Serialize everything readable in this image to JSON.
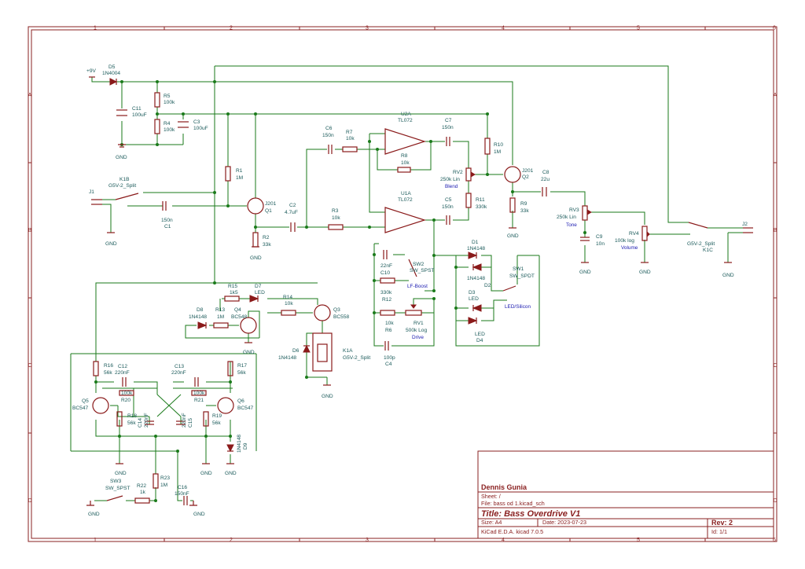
{
  "grid": {
    "cols": [
      "1",
      "2",
      "3",
      "4",
      "5",
      "6"
    ],
    "rows": [
      "A",
      "B",
      "C",
      "D"
    ]
  },
  "title_block": {
    "company": "Dennis Gunia",
    "sheet": "Sheet: /",
    "file": "File: bass od 1.kicad_sch",
    "title": "Title: Bass Overdrive V1",
    "size": "Size: A4",
    "date": "Date: 2023-07-23",
    "rev": "Rev: 2",
    "tool": "KiCad E.D.A.  kicad 7.0.5",
    "id": "Id: 1/1"
  },
  "power": {
    "vplus": "+9V",
    "gnd": "GND"
  },
  "components": [
    {
      "ref": "D5",
      "val": "1N4004"
    },
    {
      "ref": "C11",
      "val": "100uF"
    },
    {
      "ref": "R5",
      "val": "100k"
    },
    {
      "ref": "R4",
      "val": "100k"
    },
    {
      "ref": "C3",
      "val": "100uF"
    },
    {
      "ref": "R1",
      "val": "1M"
    },
    {
      "ref": "K1B",
      "val": "G5V-2_Split"
    },
    {
      "ref": "J1",
      "val": ""
    },
    {
      "ref": "C1",
      "val": "150n"
    },
    {
      "ref": "Q1",
      "val": "J201"
    },
    {
      "ref": "R2",
      "val": "33k"
    },
    {
      "ref": "C2",
      "val": "4.7uF"
    },
    {
      "ref": "C6",
      "val": "150n"
    },
    {
      "ref": "R7",
      "val": "10k"
    },
    {
      "ref": "R8",
      "val": "10k"
    },
    {
      "ref": "U2A",
      "val": "TL072"
    },
    {
      "ref": "U1A",
      "val": "TL072"
    },
    {
      "ref": "R3",
      "val": "10k"
    },
    {
      "ref": "C7",
      "val": "150n"
    },
    {
      "ref": "C5",
      "val": "150n"
    },
    {
      "ref": "R10",
      "val": "1M"
    },
    {
      "ref": "RV2",
      "val": "250k Lin"
    },
    {
      "ref": "R11",
      "val": "330k"
    },
    {
      "ref": "Q2",
      "val": "J201"
    },
    {
      "ref": "R9",
      "val": "33k"
    },
    {
      "ref": "C8",
      "val": "22u"
    },
    {
      "ref": "RV3",
      "val": "250k Lin"
    },
    {
      "ref": "C9",
      "val": "10n"
    },
    {
      "ref": "RV4",
      "val": "100k log"
    },
    {
      "ref": "K1C",
      "val": "G5V-2_Split"
    },
    {
      "ref": "J2",
      "val": ""
    },
    {
      "ref": "C10",
      "val": "22nF"
    },
    {
      "ref": "SW2",
      "val": "SW_SPST"
    },
    {
      "ref": "R12",
      "val": "330k"
    },
    {
      "ref": "R6",
      "val": "10k"
    },
    {
      "ref": "RV1",
      "val": "500k Log"
    },
    {
      "ref": "C4",
      "val": "100p"
    },
    {
      "ref": "D1",
      "val": "1N4148"
    },
    {
      "ref": "D2",
      "val": "1N4148"
    },
    {
      "ref": "D3",
      "val": "LED"
    },
    {
      "ref": "D4",
      "val": "LED"
    },
    {
      "ref": "SW1",
      "val": "SW_SPDT"
    },
    {
      "ref": "R15",
      "val": "1k5"
    },
    {
      "ref": "D7",
      "val": "LED"
    },
    {
      "ref": "R14",
      "val": "10k"
    },
    {
      "ref": "Q3",
      "val": "BC558"
    },
    {
      "ref": "D8",
      "val": "1N4148"
    },
    {
      "ref": "R13",
      "val": "1M"
    },
    {
      "ref": "Q4",
      "val": "BC548"
    },
    {
      "ref": "D6",
      "val": "1N4148"
    },
    {
      "ref": "K1A",
      "val": "G5V-2_Split"
    },
    {
      "ref": "R16",
      "val": "56k"
    },
    {
      "ref": "C12",
      "val": "220nF"
    },
    {
      "ref": "R20",
      "val": "100k"
    },
    {
      "ref": "C13",
      "val": "220nF"
    },
    {
      "ref": "R21",
      "val": "100k"
    },
    {
      "ref": "R17",
      "val": "56k"
    },
    {
      "ref": "Q5",
      "val": "BC547"
    },
    {
      "ref": "Q6",
      "val": "BC547"
    },
    {
      "ref": "R18",
      "val": "56k"
    },
    {
      "ref": "C14",
      "val": "220nF"
    },
    {
      "ref": "C15",
      "val": "220nF"
    },
    {
      "ref": "R19",
      "val": "56k"
    },
    {
      "ref": "D9",
      "val": "1N4148"
    },
    {
      "ref": "SW3",
      "val": "SW_SPST"
    },
    {
      "ref": "R22",
      "val": "1k"
    },
    {
      "ref": "R23",
      "val": "1M"
    },
    {
      "ref": "C16",
      "val": "150nF"
    }
  ],
  "labels": {
    "blend": "Blend",
    "tone": "Tone",
    "volume": "Volume",
    "drive": "Drive",
    "lf_boost": "LF-Boost",
    "led_silicon": "LED/Silicon"
  }
}
